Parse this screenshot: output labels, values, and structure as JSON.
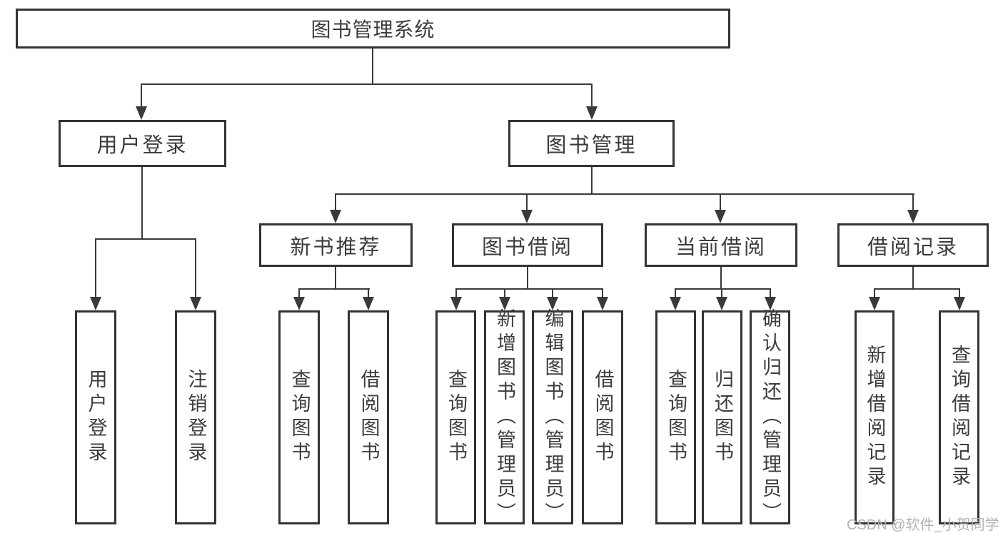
{
  "diagram_type": "hierarchy-tree",
  "tree": {
    "label": "图书管理系统",
    "children": [
      {
        "label": "用户登录",
        "children": [
          {
            "label": "用户登录"
          },
          {
            "label": "注销登录"
          }
        ]
      },
      {
        "label": "图书管理",
        "children": [
          {
            "label": "新书推荐",
            "children": [
              {
                "label": "查询图书"
              },
              {
                "label": "借阅图书"
              }
            ]
          },
          {
            "label": "图书借阅",
            "children": [
              {
                "label": "查询图书"
              },
              {
                "label": "新增图书（管理员）"
              },
              {
                "label": "编辑图书（管理员）"
              },
              {
                "label": "借阅图书"
              }
            ]
          },
          {
            "label": "当前借阅",
            "children": [
              {
                "label": "查询图书"
              },
              {
                "label": "归还图书"
              },
              {
                "label": "确认归还（管理员）"
              }
            ]
          },
          {
            "label": "借阅记录",
            "children": [
              {
                "label": "新增借阅记录"
              },
              {
                "label": "查询借阅记录"
              }
            ]
          }
        ]
      }
    ]
  },
  "watermark": {
    "text": "CSDN @软件_小贺同学"
  },
  "colors": {
    "background": "#ffffff",
    "box_border": "#333333",
    "line": "#3a3a3a",
    "text": "#3c3c3c",
    "watermark": "#b3b3b3"
  }
}
